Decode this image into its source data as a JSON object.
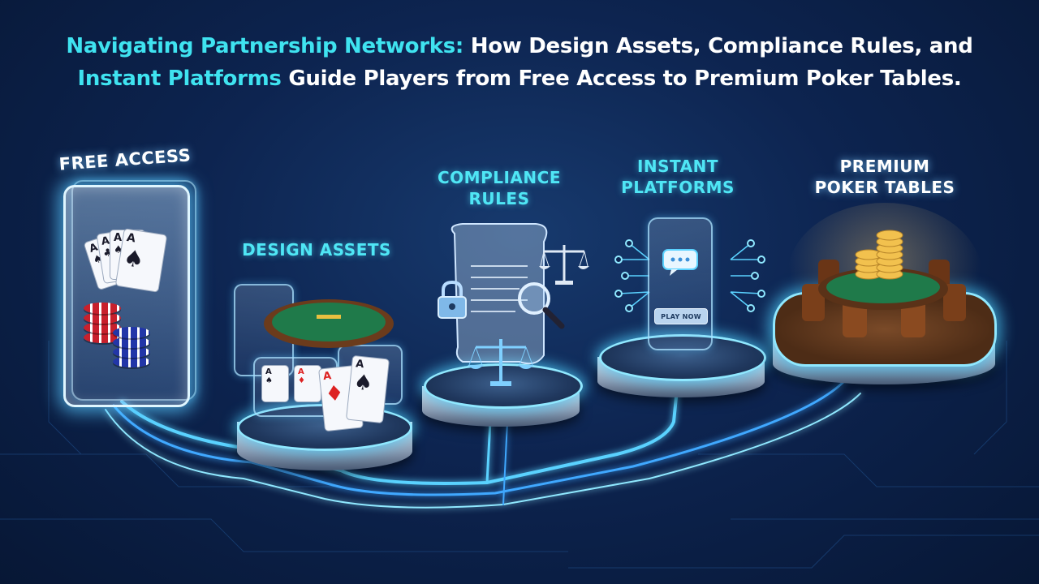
{
  "title": {
    "line1_highlight": "Navigating Partnership Networks:",
    "line1_rest": " How Design Assets, Compliance Rules, and",
    "line2_highlight": "Instant Platforms",
    "line2_rest": " Guide Players from Free Access to Premium Poker Tables."
  },
  "stages": {
    "free_access": "FREE ACCESS",
    "design_assets": "DESIGN ASSETS",
    "compliance_line1": "COMPLIANCE",
    "compliance_line2": "RULES",
    "instant_line1": "INSTANT",
    "instant_line2": "PLATFORMS",
    "premium_line1": "PREMIUM",
    "premium_line2": "POKER TABLES"
  },
  "phone_button": "PLAY NOW",
  "colors": {
    "accent_cyan": "#3fe3f0",
    "glow": "#5ad2ff",
    "background": "#0d2450",
    "felt_green": "#1f7a4a",
    "gold": "#f2c14e"
  },
  "icons": [
    "playing-cards-icon",
    "poker-chips-icon",
    "poker-table-icon",
    "document-scroll-icon",
    "padlock-icon",
    "magnifier-icon",
    "scales-icon",
    "chat-bubble-icon",
    "network-nodes-icon",
    "chair-icon",
    "chip-stack-icon"
  ]
}
